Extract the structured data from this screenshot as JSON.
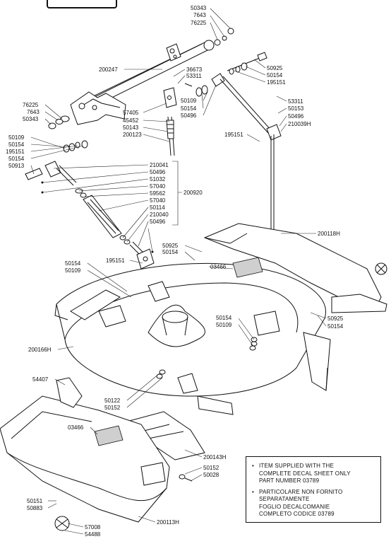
{
  "diagram": {
    "labels": [
      "50343",
      "7643",
      "76225",
      "200247",
      "36673",
      "53311",
      "50925",
      "50154",
      "195151",
      "50109",
      "50154",
      "50496",
      "53311",
      "50153",
      "50496",
      "210039H",
      "57405",
      "45452",
      "50143",
      "200123",
      "195151",
      "76225",
      "7643",
      "50343",
      "50109",
      "50154",
      "195151",
      "50154",
      "50913",
      "210041",
      "50496",
      "51032",
      "57040",
      "59562",
      "57040",
      "50114",
      "210040",
      "50496",
      "200920",
      "200118H",
      "50925",
      "50154",
      "03466",
      "195151",
      "50154",
      "50109",
      "50154",
      "50109",
      "50925",
      "50154",
      "200166H",
      "54407",
      "50122",
      "50152",
      "03466",
      "200143H",
      "50152",
      "50028",
      "50151",
      "50883",
      "57008",
      "54488",
      "200113H"
    ]
  },
  "notes": [
    {
      "bullet": "•",
      "text": "ITEM SUPPLIED WITH THE\nCOMPLETE DECAL SHEET ONLY\nPART NUMBER 03789"
    },
    {
      "bullet": "•",
      "text": "PARTICOLARE NON FORNITO\nSEPARATAMENTE\nFOGLIO DECALCOMANIE\nCOMPLETO CODICE 03789"
    }
  ]
}
